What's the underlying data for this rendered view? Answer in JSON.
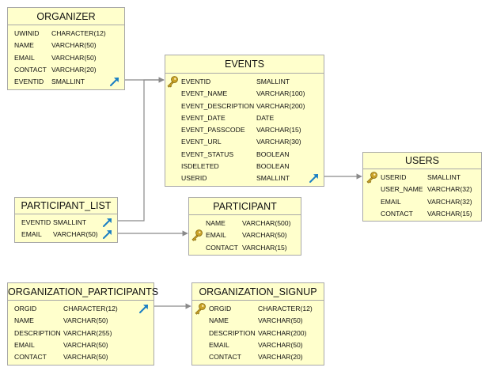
{
  "entities": {
    "organizer": {
      "title": "ORGANIZER",
      "fields": [
        {
          "name": "UWINID",
          "type": "CHARACTER(12)"
        },
        {
          "name": "NAME",
          "type": "VARCHAR(50)"
        },
        {
          "name": "EMAIL",
          "type": "VARCHAR(50)"
        },
        {
          "name": "CONTACT",
          "type": "VARCHAR(20)"
        },
        {
          "name": "EVENTID",
          "type": "SMALLINT"
        }
      ]
    },
    "events": {
      "title": "EVENTS",
      "fields": [
        {
          "name": "EVENTID",
          "type": "SMALLINT"
        },
        {
          "name": "EVENT_NAME",
          "type": "VARCHAR(100)"
        },
        {
          "name": "EVENT_DESCRIPTION",
          "type": "VARCHAR(200)"
        },
        {
          "name": "EVENT_DATE",
          "type": "DATE"
        },
        {
          "name": "EVENT_PASSCODE",
          "type": "VARCHAR(15)"
        },
        {
          "name": "EVENT_URL",
          "type": "VARCHAR(30)"
        },
        {
          "name": "EVENT_STATUS",
          "type": "BOOLEAN"
        },
        {
          "name": "ISDELETED",
          "type": "BOOLEAN"
        },
        {
          "name": "USERID",
          "type": "SMALLINT"
        }
      ]
    },
    "users": {
      "title": "USERS",
      "fields": [
        {
          "name": "USERID",
          "type": "SMALLINT"
        },
        {
          "name": "USER_NAME",
          "type": "VARCHAR(32)"
        },
        {
          "name": "EMAIL",
          "type": "VARCHAR(32)"
        },
        {
          "name": "CONTACT",
          "type": "VARCHAR(15)"
        }
      ]
    },
    "participant_list": {
      "title": "PARTICIPANT_LIST",
      "fields": [
        {
          "name": "EVENTID",
          "type": "SMALLINT"
        },
        {
          "name": "EMAIL",
          "type": "VARCHAR(50)"
        }
      ]
    },
    "participant": {
      "title": "PARTICIPANT",
      "fields": [
        {
          "name": "NAME",
          "type": "VARCHAR(500)"
        },
        {
          "name": "EMAIL",
          "type": "VARCHAR(50)"
        },
        {
          "name": "CONTACT",
          "type": "VARCHAR(15)"
        }
      ]
    },
    "organization_participants": {
      "title": "ORGANIZATION_PARTICIPANTS",
      "fields": [
        {
          "name": "ORGID",
          "type": "CHARACTER(12)"
        },
        {
          "name": "NAME",
          "type": "VARCHAR(50)"
        },
        {
          "name": "DESCRIPTION",
          "type": "VARCHAR(255)"
        },
        {
          "name": "EMAIL",
          "type": "VARCHAR(50)"
        },
        {
          "name": "CONTACT",
          "type": "VARCHAR(50)"
        }
      ]
    },
    "organization_signup": {
      "title": "ORGANIZATION_SIGNUP",
      "fields": [
        {
          "name": "ORGID",
          "type": "CHARACTER(12)"
        },
        {
          "name": "NAME",
          "type": "VARCHAR(50)"
        },
        {
          "name": "DESCRIPTION",
          "type": "VARCHAR(200)"
        },
        {
          "name": "EMAIL",
          "type": "VARCHAR(50)"
        },
        {
          "name": "CONTACT",
          "type": "VARCHAR(20)"
        }
      ]
    }
  },
  "icons": {
    "primary_key": "key-icon",
    "foreign_key": "link-arrow-icon"
  },
  "colors": {
    "entity_fill": "#ffffcc",
    "entity_border": "#a8a8a8",
    "connector": "#8a8a8a",
    "key": "#c9a227",
    "link_arrow": "#1a7fc4"
  }
}
